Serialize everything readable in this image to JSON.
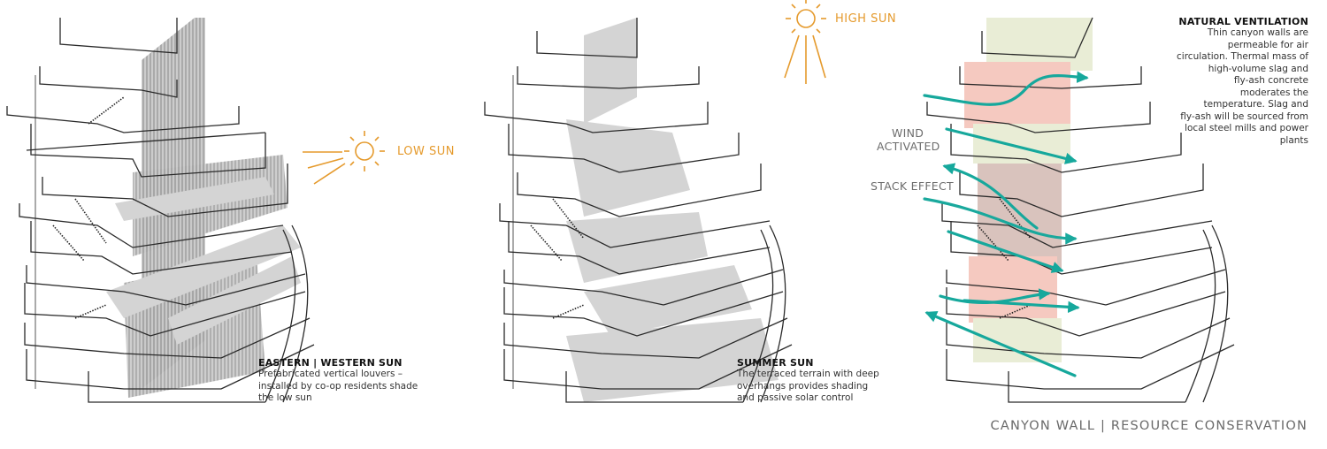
{
  "panels": [
    {
      "sun_label": "LOW SUN",
      "caption_title": "EASTERN | WESTERN SUN",
      "caption_lines": [
        "Prefabricated vertical louvers –",
        "installed by co-op residents shade",
        "the low sun"
      ]
    },
    {
      "sun_label": "HIGH SUN",
      "caption_title": "SUMMER SUN",
      "caption_lines": [
        "The terraced terrain with deep",
        "overhangs provides shading",
        "and passive solar control"
      ]
    },
    {
      "flow_labels": [
        "WIND",
        "ACTIVATED",
        "STACK EFFECT"
      ],
      "caption_title": "NATURAL VENTILATION",
      "caption_lines": [
        "Thin canyon walls are",
        "permeable for air",
        "circulation. Thermal mass of",
        "high-volume slag and",
        "fly-ash concrete",
        "moderates the",
        "temperature. Slag and",
        "fly-ash will be sourced from",
        "local steel mills and power",
        "plants"
      ]
    }
  ],
  "footer": "CANYON WALL | RESOURCE CONSERVATION",
  "colors": {
    "sun": "#e59a2c",
    "wind_arrows": "#16a89c",
    "shaft_warm": "#f5c9c0",
    "shaft_pale": "#e9edd6",
    "shadow": "#d4d4d4",
    "line": "#2a2a2a"
  }
}
